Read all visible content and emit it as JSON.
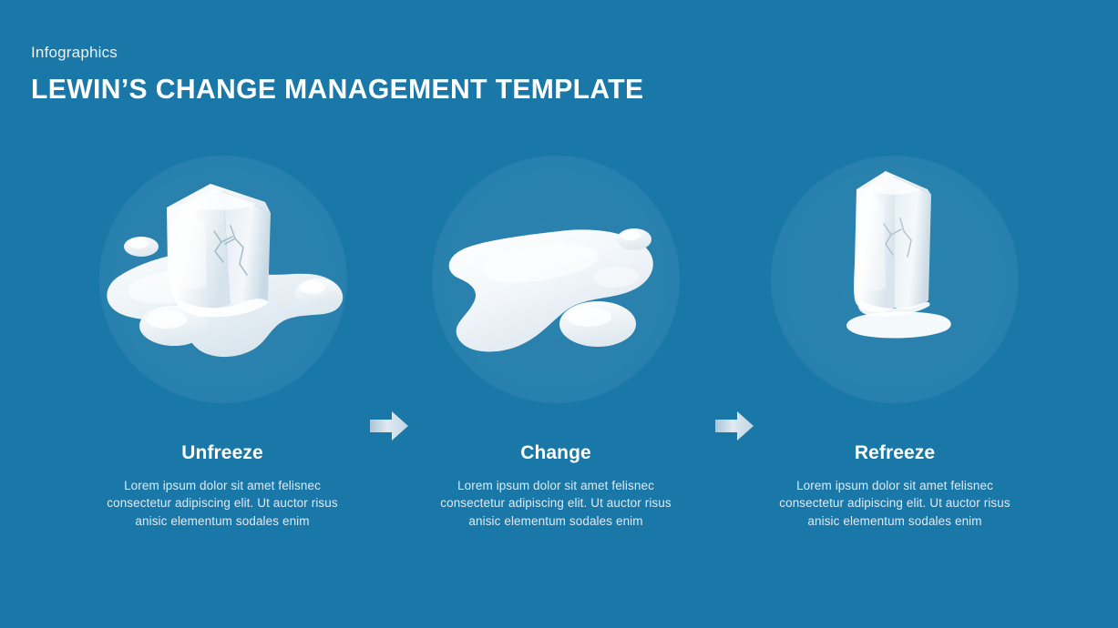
{
  "header": {
    "eyebrow": "Infographics",
    "title": "LEWIN’S CHANGE MANAGEMENT TEMPLATE"
  },
  "theme": {
    "background": "#1a78a8",
    "title_color": "#ffffff",
    "eyebrow_color": "#e9f3f9",
    "body_color": "#dfeaf2",
    "ice_light": "#ffffff",
    "ice_shadow": "#c7d7e2",
    "puddle": "#eef3f7",
    "arrow_light": "#cfdde8",
    "arrow_dark": "#8fb3cb",
    "halo": "rgba(255,255,255,0.07)"
  },
  "stages": [
    {
      "id": "unfreeze",
      "title": "Unfreeze",
      "body": "Lorem ipsum dolor sit amet felisnec consectetur adipiscing elit. Ut auctor risus anisic elementum sodales enim",
      "illustration": "melting-ice-cube-in-puddle"
    },
    {
      "id": "change",
      "title": "Change",
      "body": "Lorem ipsum dolor sit amet felisnec consectetur adipiscing elit. Ut auctor risus anisic elementum sodales enim",
      "illustration": "water-puddle"
    },
    {
      "id": "refreeze",
      "title": "Refreeze",
      "body": "Lorem ipsum dolor sit amet felisnec consectetur adipiscing elit. Ut auctor risus anisic elementum sodales enim",
      "illustration": "solid-ice-cube"
    }
  ],
  "connectors": [
    {
      "id": "arrow-1",
      "icon": "arrow-right-icon"
    },
    {
      "id": "arrow-2",
      "icon": "arrow-right-icon"
    }
  ]
}
